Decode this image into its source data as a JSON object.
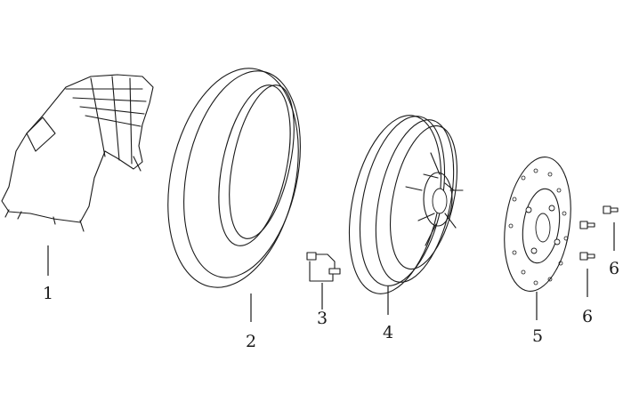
{
  "callouts": {
    "fender": "1",
    "tire": "2",
    "valve": "3",
    "wheel": "4",
    "disc": "5",
    "bolt_upper": "6",
    "bolt_lower": "6"
  }
}
